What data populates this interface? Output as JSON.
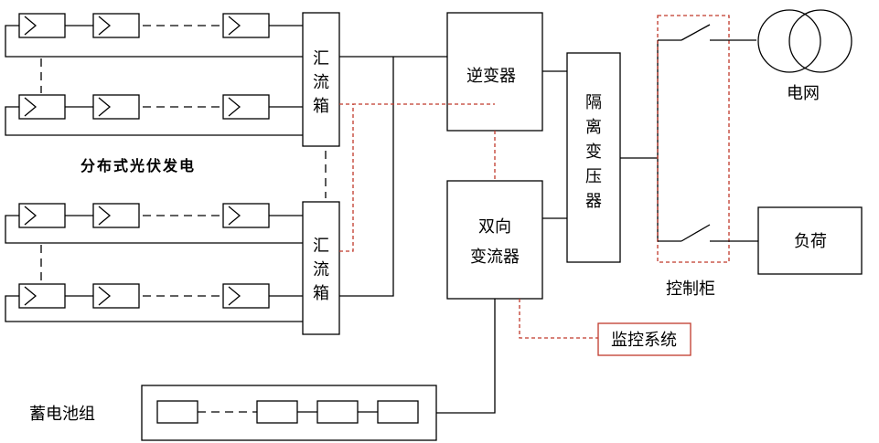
{
  "labels": {
    "inverter": "逆变器",
    "bidirectional_line1": "双向",
    "bidirectional_line2": "变流器",
    "isolation_c1": "隔",
    "isolation_c2": "离",
    "isolation_c3": "变",
    "isolation_c4": "压",
    "isolation_c5": "器",
    "combiner_c1": "汇",
    "combiner_c2": "流",
    "combiner_c3": "箱",
    "pv": "分布式光伏发电",
    "grid": "电网",
    "load": "负荷",
    "control_cabinet": "控制柜",
    "monitoring": "监控系统",
    "battery": "蓄电池组"
  },
  "colors": {
    "line": "#000000",
    "control_dashed": "#c0392b"
  },
  "icons": {
    "pv_panel": "pv-panel-icon",
    "switch": "switch-icon",
    "transformer": "transformer-icon"
  }
}
